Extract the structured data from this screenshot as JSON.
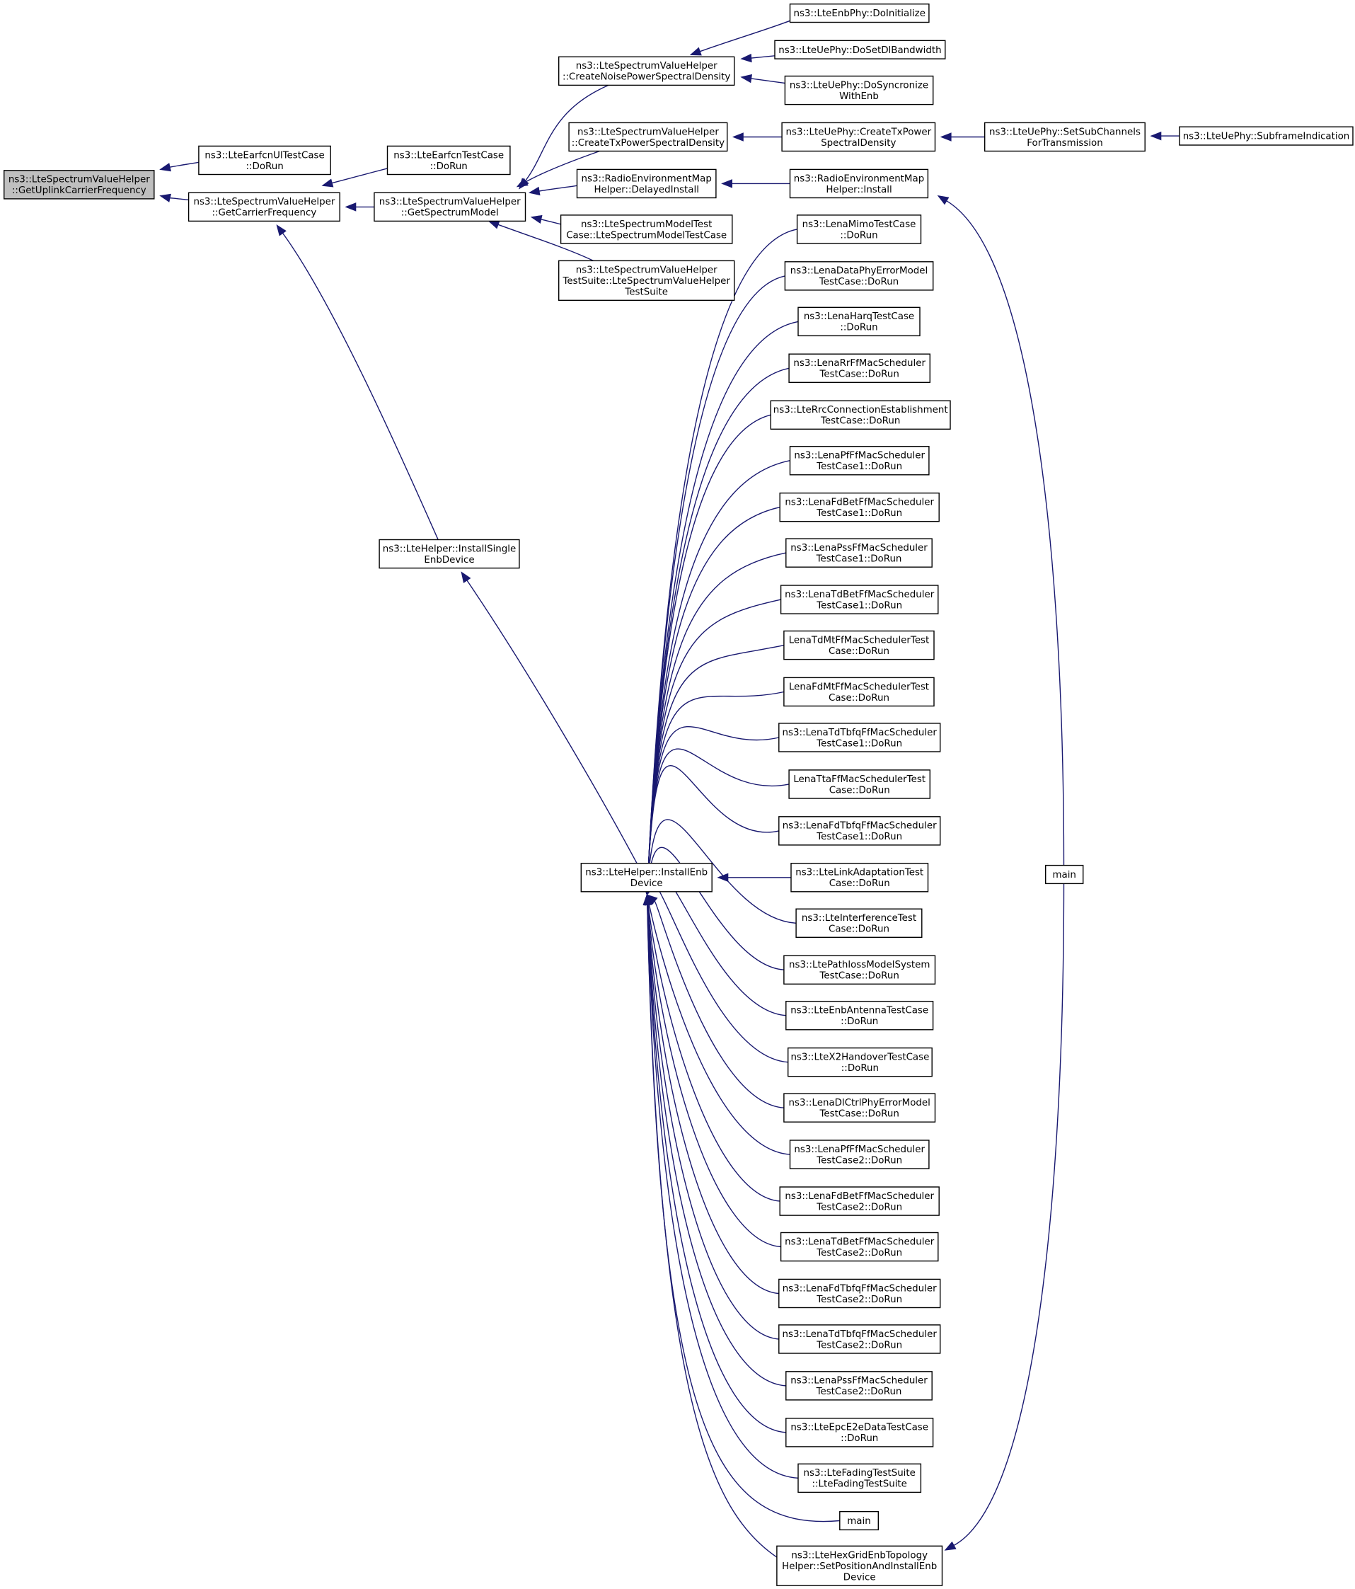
{
  "colors": {
    "edge": "#191970",
    "node_border": "#000000",
    "node_border_truncated": "#ff0000",
    "focus_fill": "#bfbfbf",
    "node_fill": "#ffffff"
  },
  "graph": {
    "nodes": [
      {
        "id": "n0",
        "lines": [
          "ns3::LteSpectrumValueHelper",
          "::GetUplinkCarrierFrequency"
        ],
        "focus": true
      },
      {
        "id": "n1",
        "lines": [
          "ns3::LteEarfcnUlTestCase",
          "::DoRun"
        ]
      },
      {
        "id": "n2",
        "lines": [
          "ns3::LteSpectrumValueHelper",
          "::GetCarrierFrequency"
        ]
      },
      {
        "id": "n3",
        "lines": [
          "ns3::LteEarfcnTestCase",
          "::DoRun"
        ]
      },
      {
        "id": "n4",
        "lines": [
          "ns3::LteSpectrumValueHelper",
          "::GetSpectrumModel"
        ]
      },
      {
        "id": "n5",
        "lines": [
          "ns3::LteHelper::InstallSingle",
          "EnbDevice"
        ]
      },
      {
        "id": "n6",
        "lines": [
          "ns3::LteSpectrumValueHelper",
          "::CreateNoisePowerSpectralDensity"
        ]
      },
      {
        "id": "n7",
        "lines": [
          "ns3::LteSpectrumValueHelper",
          "::CreateTxPowerSpectralDensity"
        ]
      },
      {
        "id": "n8",
        "lines": [
          "ns3::RadioEnvironmentMap",
          "Helper::DelayedInstall"
        ]
      },
      {
        "id": "n9",
        "lines": [
          "ns3::LteSpectrumModelTest",
          "Case::LteSpectrumModelTestCase"
        ]
      },
      {
        "id": "n10",
        "lines": [
          "ns3::LteSpectrumValueHelper",
          "TestSuite::LteSpectrumValueHelper",
          "TestSuite"
        ]
      },
      {
        "id": "n11",
        "lines": [
          "ns3::LteEnbPhy::DoInitialize"
        ]
      },
      {
        "id": "n12",
        "lines": [
          "ns3::LteUePhy::DoSetDlBandwidth"
        ]
      },
      {
        "id": "n13",
        "lines": [
          "ns3::LteUePhy::DoSyncronize",
          "WithEnb"
        ]
      },
      {
        "id": "n14",
        "lines": [
          "ns3::LteUePhy::CreateTxPower",
          "SpectralDensity"
        ]
      },
      {
        "id": "n15",
        "lines": [
          "ns3::LteUePhy::SetSubChannels",
          "ForTransmission"
        ],
        "truncated": true
      },
      {
        "id": "n16",
        "lines": [
          "ns3::LteUePhy::SubframeIndication"
        ],
        "truncated": true
      },
      {
        "id": "n17",
        "lines": [
          "ns3::RadioEnvironmentMap",
          "Helper::Install"
        ]
      },
      {
        "id": "n18",
        "lines": [
          "main"
        ]
      },
      {
        "id": "n19",
        "lines": [
          "ns3::LteHelper::InstallEnb",
          "Device"
        ]
      },
      {
        "id": "n20",
        "lines": [
          "ns3::LenaMimoTestCase",
          "::DoRun"
        ]
      },
      {
        "id": "n21",
        "lines": [
          "ns3::LenaDataPhyErrorModel",
          "TestCase::DoRun"
        ]
      },
      {
        "id": "n22",
        "lines": [
          "ns3::LenaHarqTestCase",
          "::DoRun"
        ]
      },
      {
        "id": "n23",
        "lines": [
          "ns3::LenaRrFfMacScheduler",
          "TestCase::DoRun"
        ]
      },
      {
        "id": "n24",
        "lines": [
          "ns3::LteRrcConnectionEstablishment",
          "TestCase::DoRun"
        ]
      },
      {
        "id": "n25",
        "lines": [
          "ns3::LenaPfFfMacScheduler",
          "TestCase1::DoRun"
        ]
      },
      {
        "id": "n26",
        "lines": [
          "ns3::LenaFdBetFfMacScheduler",
          "TestCase1::DoRun"
        ]
      },
      {
        "id": "n27",
        "lines": [
          "ns3::LenaPssFfMacScheduler",
          "TestCase1::DoRun"
        ]
      },
      {
        "id": "n28",
        "lines": [
          "ns3::LenaTdBetFfMacScheduler",
          "TestCase1::DoRun"
        ]
      },
      {
        "id": "n29",
        "lines": [
          "LenaTdMtFfMacSchedulerTest",
          "Case::DoRun"
        ]
      },
      {
        "id": "n30",
        "lines": [
          "LenaFdMtFfMacSchedulerTest",
          "Case::DoRun"
        ]
      },
      {
        "id": "n31",
        "lines": [
          "ns3::LenaTdTbfqFfMacScheduler",
          "TestCase1::DoRun"
        ]
      },
      {
        "id": "n32",
        "lines": [
          "LenaTtaFfMacSchedulerTest",
          "Case::DoRun"
        ]
      },
      {
        "id": "n33",
        "lines": [
          "ns3::LenaFdTbfqFfMacScheduler",
          "TestCase1::DoRun"
        ]
      },
      {
        "id": "n34",
        "lines": [
          "ns3::LteLinkAdaptationTest",
          "Case::DoRun"
        ]
      },
      {
        "id": "n35",
        "lines": [
          "ns3::LteInterferenceTest",
          "Case::DoRun"
        ]
      },
      {
        "id": "n36",
        "lines": [
          "ns3::LtePathlossModelSystem",
          "TestCase::DoRun"
        ]
      },
      {
        "id": "n37",
        "lines": [
          "ns3::LteEnbAntennaTestCase",
          "::DoRun"
        ]
      },
      {
        "id": "n38",
        "lines": [
          "ns3::LteX2HandoverTestCase",
          "::DoRun"
        ]
      },
      {
        "id": "n39",
        "lines": [
          "ns3::LenaDlCtrlPhyErrorModel",
          "TestCase::DoRun"
        ]
      },
      {
        "id": "n40",
        "lines": [
          "ns3::LenaPfFfMacScheduler",
          "TestCase2::DoRun"
        ]
      },
      {
        "id": "n41",
        "lines": [
          "ns3::LenaFdBetFfMacScheduler",
          "TestCase2::DoRun"
        ]
      },
      {
        "id": "n42",
        "lines": [
          "ns3::LenaTdBetFfMacScheduler",
          "TestCase2::DoRun"
        ]
      },
      {
        "id": "n43",
        "lines": [
          "ns3::LenaFdTbfqFfMacScheduler",
          "TestCase2::DoRun"
        ]
      },
      {
        "id": "n44",
        "lines": [
          "ns3::LenaTdTbfqFfMacScheduler",
          "TestCase2::DoRun"
        ]
      },
      {
        "id": "n45",
        "lines": [
          "ns3::LenaPssFfMacScheduler",
          "TestCase2::DoRun"
        ]
      },
      {
        "id": "n46",
        "lines": [
          "ns3::LteEpcE2eDataTestCase",
          "::DoRun"
        ]
      },
      {
        "id": "n47",
        "lines": [
          "ns3::LteFadingTestSuite",
          "::LteFadingTestSuite"
        ]
      },
      {
        "id": "n48",
        "lines": [
          "main"
        ]
      },
      {
        "id": "n49",
        "lines": [
          "ns3::LteHexGridEnbTopology",
          "Helper::SetPositionAndInstallEnb",
          "Device"
        ]
      }
    ],
    "edges": [
      {
        "from": "n1",
        "to": "n0"
      },
      {
        "from": "n2",
        "to": "n0"
      },
      {
        "from": "n3",
        "to": "n2"
      },
      {
        "from": "n4",
        "to": "n2"
      },
      {
        "from": "n5",
        "to": "n2"
      },
      {
        "from": "n6",
        "to": "n4"
      },
      {
        "from": "n7",
        "to": "n4"
      },
      {
        "from": "n8",
        "to": "n4"
      },
      {
        "from": "n9",
        "to": "n4"
      },
      {
        "from": "n10",
        "to": "n4"
      },
      {
        "from": "n11",
        "to": "n6"
      },
      {
        "from": "n12",
        "to": "n6"
      },
      {
        "from": "n13",
        "to": "n6"
      },
      {
        "from": "n14",
        "to": "n7"
      },
      {
        "from": "n15",
        "to": "n14"
      },
      {
        "from": "n16",
        "to": "n15"
      },
      {
        "from": "n17",
        "to": "n8"
      },
      {
        "from": "n18",
        "to": "n17"
      },
      {
        "from": "n19",
        "to": "n5"
      },
      {
        "from": "n20",
        "to": "n19"
      },
      {
        "from": "n21",
        "to": "n19"
      },
      {
        "from": "n22",
        "to": "n19"
      },
      {
        "from": "n23",
        "to": "n19"
      },
      {
        "from": "n24",
        "to": "n19"
      },
      {
        "from": "n25",
        "to": "n19"
      },
      {
        "from": "n26",
        "to": "n19"
      },
      {
        "from": "n27",
        "to": "n19"
      },
      {
        "from": "n28",
        "to": "n19"
      },
      {
        "from": "n29",
        "to": "n19"
      },
      {
        "from": "n30",
        "to": "n19"
      },
      {
        "from": "n31",
        "to": "n19"
      },
      {
        "from": "n32",
        "to": "n19"
      },
      {
        "from": "n33",
        "to": "n19"
      },
      {
        "from": "n34",
        "to": "n19"
      },
      {
        "from": "n35",
        "to": "n19"
      },
      {
        "from": "n36",
        "to": "n19"
      },
      {
        "from": "n37",
        "to": "n19"
      },
      {
        "from": "n38",
        "to": "n19"
      },
      {
        "from": "n39",
        "to": "n19"
      },
      {
        "from": "n40",
        "to": "n19"
      },
      {
        "from": "n41",
        "to": "n19"
      },
      {
        "from": "n42",
        "to": "n19"
      },
      {
        "from": "n43",
        "to": "n19"
      },
      {
        "from": "n44",
        "to": "n19"
      },
      {
        "from": "n45",
        "to": "n19"
      },
      {
        "from": "n46",
        "to": "n19"
      },
      {
        "from": "n47",
        "to": "n19"
      },
      {
        "from": "n48",
        "to": "n19"
      },
      {
        "from": "n49",
        "to": "n19"
      },
      {
        "from": "n18",
        "to": "n49"
      }
    ]
  }
}
